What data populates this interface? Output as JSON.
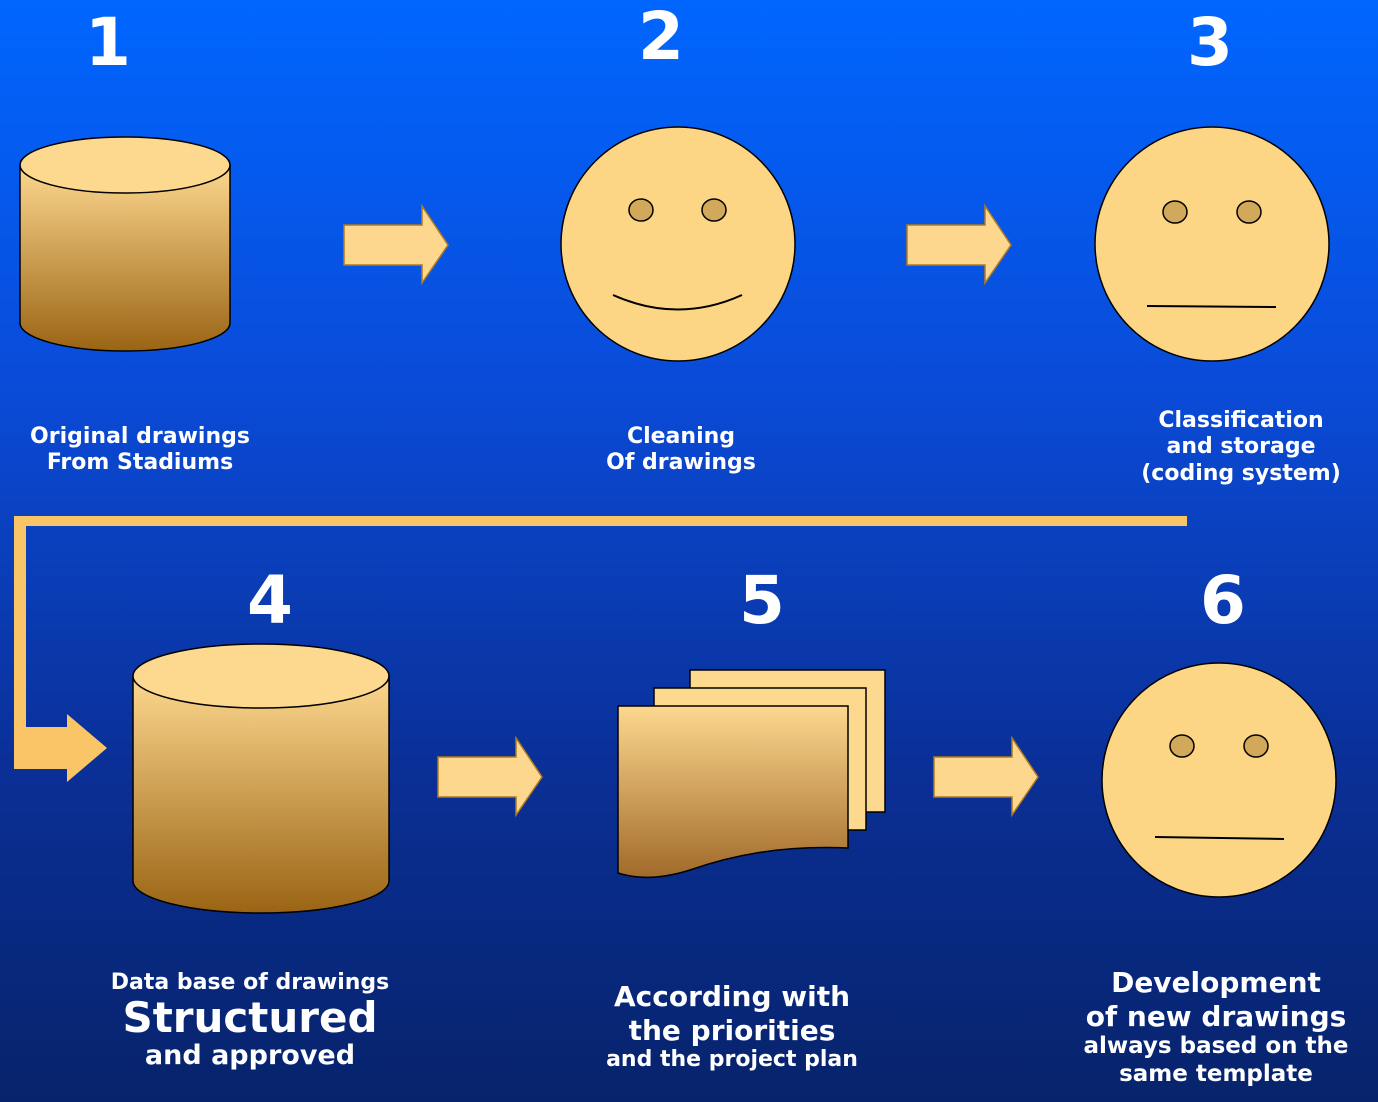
{
  "steps": [
    {
      "number": "1",
      "caption": [
        "Original drawings",
        "From Stadiums"
      ]
    },
    {
      "number": "2",
      "caption": [
        "Cleaning",
        "Of drawings"
      ]
    },
    {
      "number": "3",
      "caption": [
        "Classification",
        "and storage",
        "(coding system)"
      ]
    },
    {
      "number": "4",
      "caption": [
        "Data base of drawings",
        "Structured",
        "and approved"
      ]
    },
    {
      "number": "5",
      "caption": [
        "According with",
        "the priorities",
        "and the project plan"
      ]
    },
    {
      "number": "6",
      "caption": [
        "Development",
        "of new drawings",
        "always based on the",
        "same template"
      ]
    }
  ],
  "icons": [
    "database-icon",
    "smiley-face-icon",
    "neutral-face-icon",
    "database-icon",
    "documents-stack-icon",
    "neutral-face-icon"
  ],
  "colors": {
    "shape_fill_light": "#fdd78e",
    "shape_fill_dark": "#9a6414",
    "face_fill": "#fcd685",
    "arrow_fill": "#fdd78e",
    "connector": "#f9c566",
    "text": "#ffffff"
  }
}
